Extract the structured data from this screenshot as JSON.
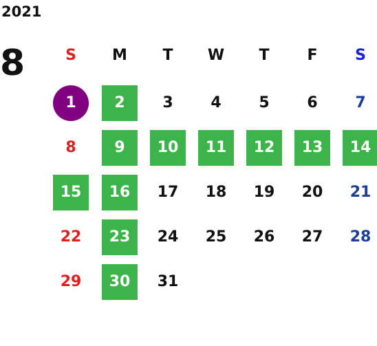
{
  "year": "2021",
  "month": "8",
  "weekdays": [
    {
      "label": "S",
      "color": "#e02020"
    },
    {
      "label": "M",
      "color": "#111111"
    },
    {
      "label": "T",
      "color": "#111111"
    },
    {
      "label": "W",
      "color": "#111111"
    },
    {
      "label": "T",
      "color": "#111111"
    },
    {
      "label": "F",
      "color": "#111111"
    },
    {
      "label": "S",
      "color": "#1a24c8"
    }
  ],
  "colors": {
    "sunday": "#e02020",
    "saturday": "#1a3e9a",
    "weekday": "#111111",
    "highlight_green": "#3cb44a",
    "today_purple": "#800080",
    "on_highlight": "#ffffff"
  },
  "weeks": [
    [
      {
        "day": "1",
        "mark": "circle"
      },
      {
        "day": "2",
        "mark": "green"
      },
      {
        "day": "3"
      },
      {
        "day": "4"
      },
      {
        "day": "5"
      },
      {
        "day": "6"
      },
      {
        "day": "7"
      }
    ],
    [
      {
        "day": "8"
      },
      {
        "day": "9",
        "mark": "green"
      },
      {
        "day": "10",
        "mark": "green"
      },
      {
        "day": "11",
        "mark": "green"
      },
      {
        "day": "12",
        "mark": "green"
      },
      {
        "day": "13",
        "mark": "green"
      },
      {
        "day": "14",
        "mark": "green"
      }
    ],
    [
      {
        "day": "15",
        "mark": "green"
      },
      {
        "day": "16",
        "mark": "green"
      },
      {
        "day": "17"
      },
      {
        "day": "18"
      },
      {
        "day": "19"
      },
      {
        "day": "20"
      },
      {
        "day": "21"
      }
    ],
    [
      {
        "day": "22"
      },
      {
        "day": "23",
        "mark": "green"
      },
      {
        "day": "24"
      },
      {
        "day": "25"
      },
      {
        "day": "26"
      },
      {
        "day": "27"
      },
      {
        "day": "28"
      }
    ],
    [
      {
        "day": "29"
      },
      {
        "day": "30",
        "mark": "green"
      },
      {
        "day": "31"
      },
      null,
      null,
      null,
      null
    ]
  ]
}
